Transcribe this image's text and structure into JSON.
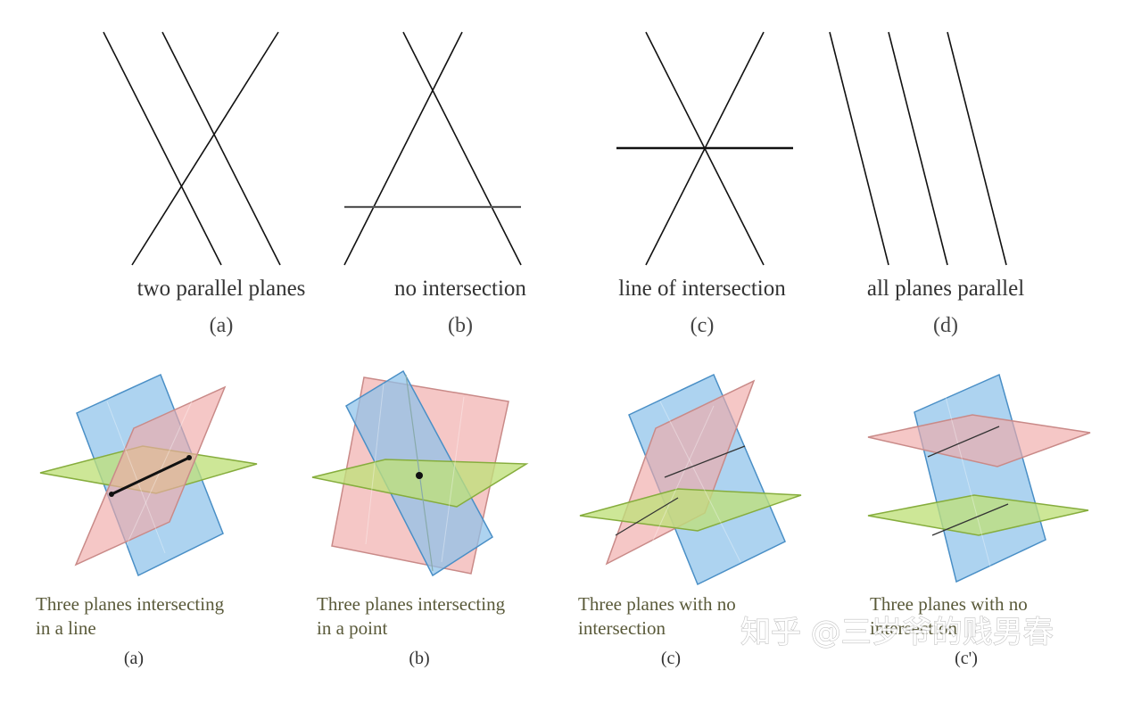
{
  "top_panels": [
    {
      "caption": "two parallel planes",
      "label": "(a)"
    },
    {
      "caption": "no intersection",
      "label": "(b)"
    },
    {
      "caption": "line of intersection",
      "label": "(c)"
    },
    {
      "caption": "all planes parallel",
      "label": "(d)"
    }
  ],
  "bottom_panels": [
    {
      "caption_line1": "Three planes intersecting",
      "caption_line2": "in a line",
      "label": "(a)"
    },
    {
      "caption_line1": "Three planes intersecting",
      "caption_line2": "in a point",
      "label": "(b)"
    },
    {
      "caption_line1": "Three planes with no",
      "caption_line2": "intersection",
      "label": "(c)"
    },
    {
      "caption_line1": "Three planes with no",
      "caption_line2": "intersection",
      "label": "(c')"
    }
  ],
  "watermark": "知乎 @三岁爷的贱男春",
  "colors": {
    "plane_blue": "#8ec2ea",
    "plane_pink": "#f0aaa8",
    "plane_green": "#bfe07a"
  }
}
